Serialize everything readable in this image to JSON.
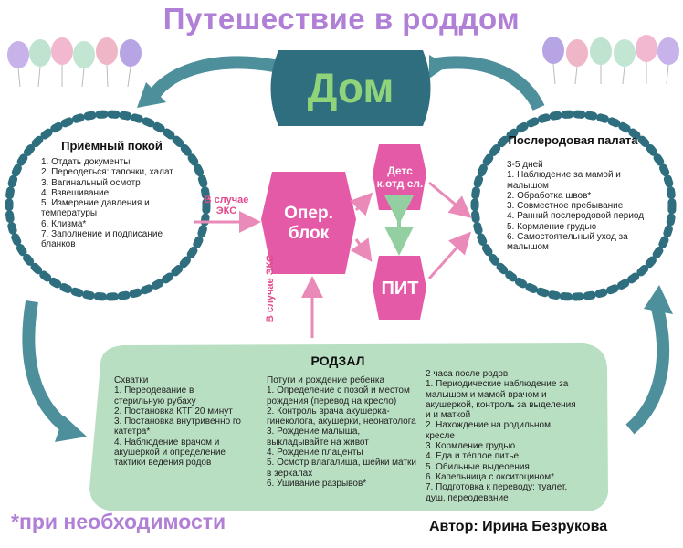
{
  "title": "Путешествие в роддом",
  "home": "Дом",
  "op_block": "Опер. блок",
  "children_dept": "Детс к.отд ел.",
  "pit": "ПИТ",
  "emergency_cs_left": "В случае ЭКС",
  "emergency_cs_bottom": "В случае ЭКС",
  "reception": {
    "title": "Приёмный покой",
    "items": [
      "1. Отдать документы",
      "2. Переодеться: тапочки, халат",
      "3. Вагинальный осмотр",
      "4. Взвешивание",
      "5. Измерение давления и температуры",
      "6. Клизма*",
      "7. Заполнение и подписание бланков"
    ]
  },
  "postpartum": {
    "title": "Послеродовая палата",
    "items": [
      "3-5 дней",
      "1. Наблюдение за мамой и малышом",
      "2. Обработка швов*",
      "3. Совместное пребывание",
      "4. Ранний послеродовой период",
      "5. Кормление грудью",
      "6. Самостоятельный уход за малышом"
    ]
  },
  "delivery": {
    "title": "РОДЗАЛ",
    "col1": [
      "Схватки",
      "1. Переодевание в стерильную рубаху",
      "2. Постановка КТГ 20 минут",
      "3. Постановка внутривенно го катетра*",
      "4. Наблюдение врачом и акушеркой и определение тактики ведения родов"
    ],
    "col2": [
      "Потуги и рождение ребенка",
      "1. Определение с позой и местом рождения (перевод на кресло)",
      "2. Контроль врача акушерка-гинеколога, акушерки, неонатолога",
      "3. Рождение малыша, выкладывайте на живот",
      "4. Рождение плаценты",
      "5. Осмотр влагалища, шейки матки в зеркалах",
      "6. Ушивание разрывов*"
    ],
    "col3": [
      "2 часа после родов",
      "1. Периодические наблюдение за малышом и мамой врачом и акушеркой, контроль за выделения и и маткой",
      "2. Нахождение на родильном кресле",
      "3. Кормление грудью",
      "4. Еда и тёплое питье",
      "5. Обильные выдеоения",
      "6. Капельница с окситоцином*",
      "7. Подготовка к переводу: туалет, душ, переодевание"
    ]
  },
  "footnote": "*при необходимости",
  "author": "Автор: Ирина Безрукова",
  "colors": {
    "teal": "#2e6e7e",
    "pink": "#e45aa6",
    "green": "#b9dfc3",
    "arrow_pink": "#ea8ab8",
    "arrow_green": "#93cfa0",
    "purple": "#b07fd6"
  }
}
